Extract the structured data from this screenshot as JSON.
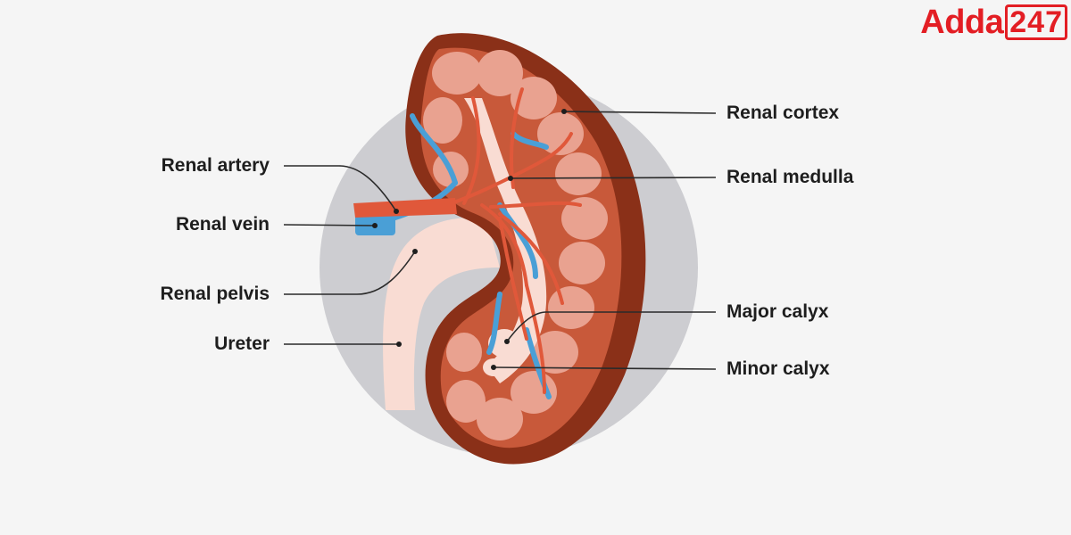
{
  "brand": {
    "name": "Adda",
    "number": "247"
  },
  "labels": {
    "renal_artery": "Renal artery",
    "renal_vein": "Renal vein",
    "renal_pelvis": "Renal pelvis",
    "ureter": "Ureter",
    "renal_cortex": "Renal cortex",
    "renal_medulla": "Renal medulla",
    "major_calyx": "Major calyx",
    "minor_calyx": "Minor calyx"
  },
  "colors": {
    "background": "#f5f5f5",
    "backdrop_circle": "#cdcdd1",
    "capsule": "#8a3018",
    "cortex": "#c8593a",
    "pyramid": "#e9a290",
    "pelvis": "#f9dcd3",
    "artery": "#e0583a",
    "vein": "#4a9fd6",
    "brand": "#e31e24"
  }
}
